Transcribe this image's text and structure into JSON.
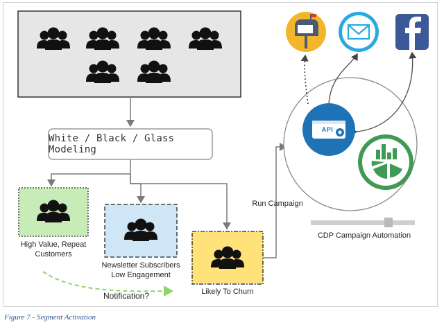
{
  "model_label": "White / Black / Glass Modeling",
  "segments": {
    "high_value": "High Value, Repeat Customers",
    "newsletter_line1": "Newsletter Subscribers",
    "newsletter_line2": "Low Engagement",
    "churn": "Likely To Churn"
  },
  "run_campaign": "Run Campaign",
  "notification": "Notification?",
  "cdp_label": "CDP Campaign Automation",
  "api_label": "API",
  "caption": "Figure 7 - Segment Activation",
  "icons": [
    "people-group-icon",
    "mailbox-icon",
    "email-icon",
    "facebook-icon",
    "api-gear-icon",
    "analytics-icon"
  ],
  "colors": {
    "audience_bg": "#e6e6e6",
    "high_value_bg": "#c8ecb8",
    "newsletter_bg": "#cfe6f7",
    "churn_bg": "#ffe27a",
    "mailbox_bg": "#f3b62b",
    "email_bg": "#2aa9de",
    "facebook_bg": "#3b5998",
    "api_bg": "#1e73b7",
    "analytics_color": "#3e9a55",
    "dashed_green": "#8fd46a"
  }
}
